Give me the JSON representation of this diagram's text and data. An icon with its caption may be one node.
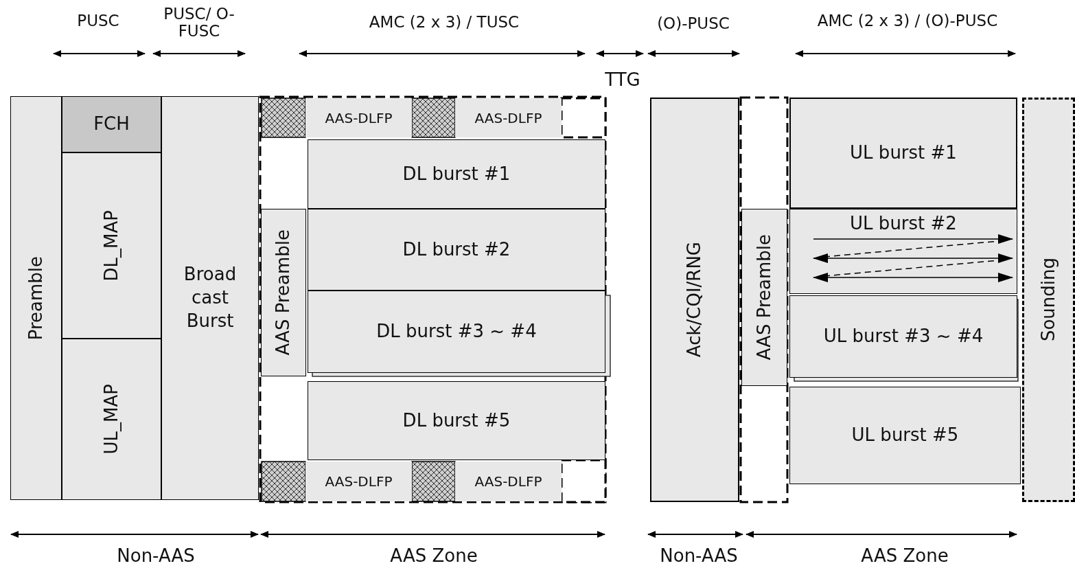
{
  "diagram": {
    "nodes": [
      {
        "text": [
          "Preamble"
        ]
      },
      {
        "text": [
          "FCH"
        ]
      },
      {
        "text": [
          "DL_MAP"
        ]
      },
      {
        "text": [
          "UL_MAP"
        ]
      },
      {
        "text": [
          "Broad cast Burst"
        ]
      },
      {
        "text": [
          "AAS-DLFP"
        ]
      },
      {
        "text": [
          "AAS-DLFP"
        ]
      },
      {
        "text": [
          "AAS Preamble"
        ]
      },
      {
        "text": [
          "DL burst #1"
        ]
      },
      {
        "text": [
          "DL burst #2"
        ]
      },
      {
        "text": [
          "DL burst #3 ~ #4"
        ]
      },
      {
        "text": [
          "DL burst #5"
        ]
      },
      {
        "text": [
          "AAS-DLFP"
        ]
      },
      {
        "text": [
          "AAS-DLFP"
        ]
      },
      {
        "text": [
          "Ack/CQI/RNG"
        ]
      },
      {
        "text": [
          "AAS Preamble"
        ]
      },
      {
        "text": [
          "UL burst #1"
        ]
      },
      {
        "text": [
          "UL burst #2"
        ]
      },
      {
        "text": [
          "UL burst #3 ~ #4"
        ]
      },
      {
        "text": [
          "UL burst #5"
        ]
      },
      {
        "text": [
          "Sounding"
        ]
      }
    ],
    "edges": [],
    "labels": [
      "PUSC",
      "PUSC/ O-FUSC",
      "AMC (2 x 3) / TUSC",
      "(O)-PUSC",
      "AMC (2 x 3) / (O)-PUSC",
      "TTG",
      "Non-AAS",
      "AAS Zone",
      "Non-AAS",
      "AAS Zone"
    ]
  }
}
